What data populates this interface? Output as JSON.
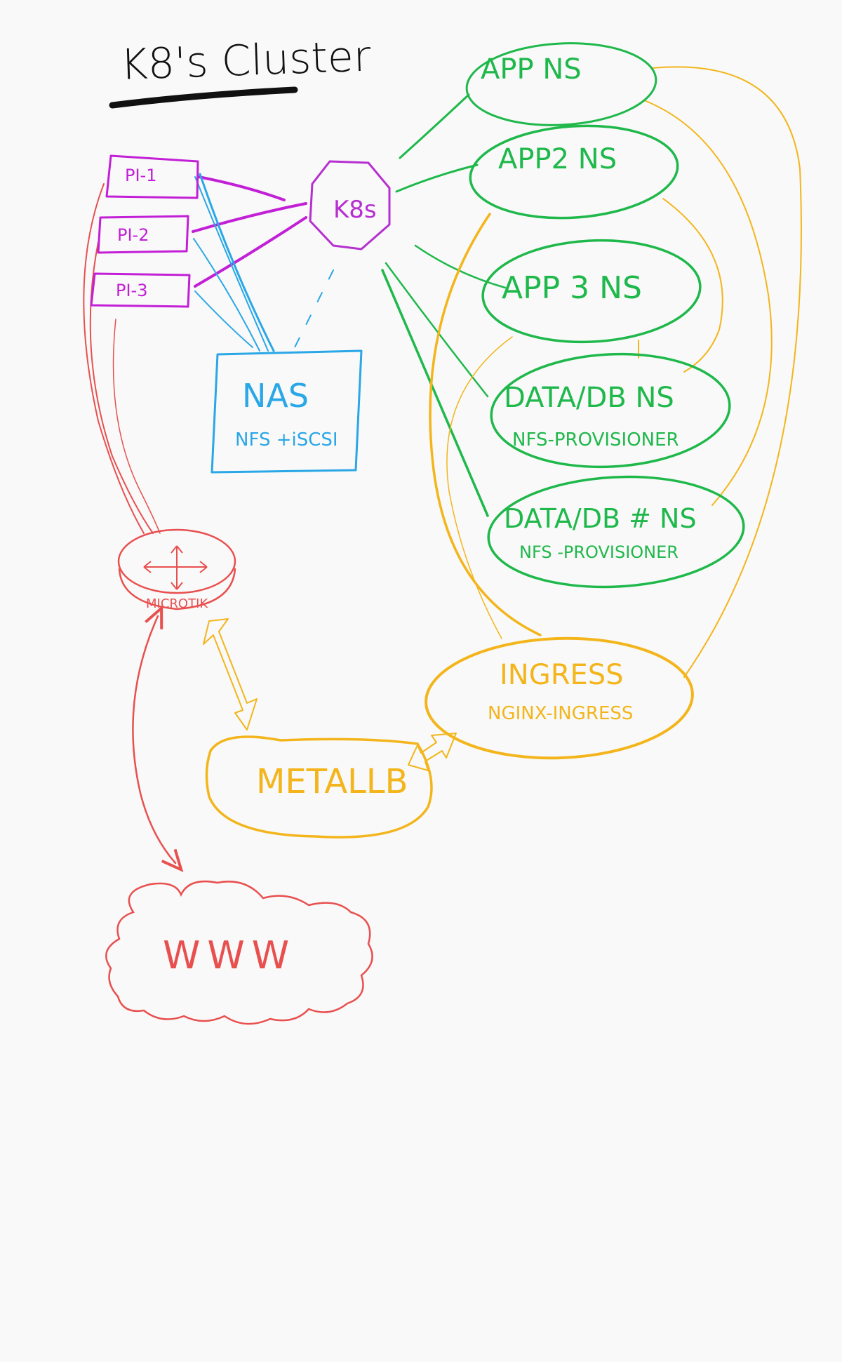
{
  "title": "K8's Cluster",
  "colors": {
    "background": "#f9f9f9",
    "title": "#111111",
    "pi": "#c21fd6",
    "k8s": "#b62fd0",
    "nas": "#2aa7e6",
    "namespace": "#1fb84b",
    "ingress": "#f3b51b",
    "router": "#e8504f"
  },
  "nodes": {
    "pi1": "PI-1",
    "pi2": "PI-2",
    "pi3": "PI-3",
    "k8s": "K8s",
    "nas": {
      "label": "NAS",
      "sub": "NFS +iSCSI"
    },
    "app1": "APP NS",
    "app2": "APP2 NS",
    "app3": "APP 3 NS",
    "data1": {
      "label": "DATA/DB NS",
      "sub": "NFS-PROVISIONER"
    },
    "data2": {
      "label": "DATA/DB # NS",
      "sub": "NFS -PROVISIONER"
    },
    "ingress": {
      "label": "INGRESS",
      "sub": "NGINX-INGRESS"
    },
    "metallb": "METALLB",
    "router": "MICROTIK",
    "www": "WWW"
  },
  "icons": [
    "router-icon",
    "cloud-icon"
  ]
}
